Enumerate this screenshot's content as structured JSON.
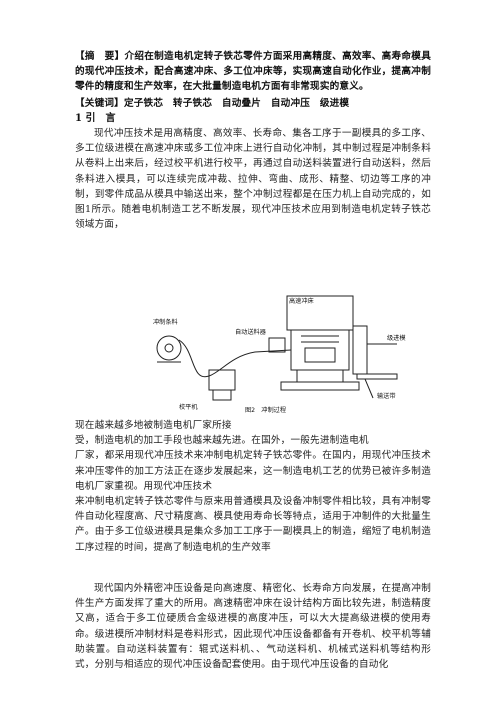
{
  "abstract": "【摘　要】介绍在制造电机定转子铁芯零件方面采用高精度、高效率、高寿命模具的现代冲压技术，配合高速冲床、多工位冲床等，实现高速自动化作业，提高冲制零件的精度和生产效率，在大批量制造电机方面有非常现实的意义。",
  "keywords": "【关键词】定子铁芯　转子铁芯　自动叠片　自动冲压　级进模",
  "section1_heading": "1 引　言",
  "intro": "现代冲压技术是用高精度、高效率、长寿命、集各工序于一副模具的多工序、多工位级进模在高速冲床或多工位冲床上进行自动化冲制，其中制过程是冲制条料从卷料上出来后，经过校平机进行校平，再通过自动送料装置进行自动送料，然后条料进入模具，可以连续完成冲裁、拉伸、弯曲、成形、精整、切边等工序的冲制，到零件成品从模具中输送出来，整个冲制过程都是在压力机上自动完成的，如图1所示。随着电机制造工艺不断发展，现代冲压技术应用到制造电机定转子铁芯领域方面，",
  "figure": {
    "caption": "图2　冲制过程",
    "labels": {
      "press": "高速冲床",
      "feeder": "自动送料器",
      "die": "级进模",
      "coil": "冲制条料",
      "leveler": "校平机",
      "conveyor": "输送带"
    }
  },
  "para_lines": [
    "现在越来越多地被制造电机厂家所接",
    "受，制造电机的加工手段也越来越先进。在国外，一般先进制造电机",
    "厂家，都采用现代冲压技术来冲制电机定转子铁芯零件。在国内，用现代冲压技术来冲压零件的加工方法正在逐步发展起来，这一制造电机工艺的优势已被许多制造电机厂家重视。用现代冲压技术",
    "来冲制电机定转子铁芯零件与原来用普通模具及设备冲制零件相比较，具有冲制零件自动化程度高、尺寸精度高、模具使用寿命长等特点，适用于冲制件的大批量生产。由于多工位级进模具是集众多加工工序于一副模具上的制造，缩短了电机制造工序过程的时间，提高了制造电机的生产效率"
  ],
  "para_final": "现代国内外精密冲压设备是向高速度、精密化、长寿命方向发展，在提高冲制件生产方面发挥了重大的所用。高速精密冲床在设计结构方面比较先进，制造精度又高，适合于多工位硬质合金级进模的高度冲压，可以大大提高级进模的使用寿命。级进模所冲制材料是卷料形式，因此现代冲压设备都备有开卷机、校平机等辅助装置。自动送料装置有：辊式送料机、、气动送料机、机械式送料机等结构形式，分别与相适应的现代冲压设备配套使用。由于现代冲压设备的自动化"
}
